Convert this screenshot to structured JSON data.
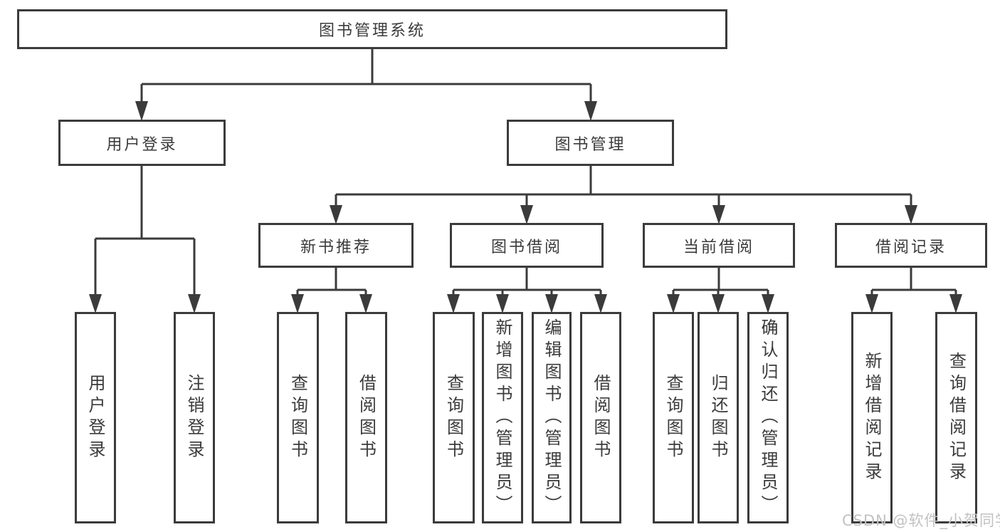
{
  "diagram": {
    "root": {
      "label": "图书管理系统"
    },
    "level2": [
      {
        "label": "用户登录"
      },
      {
        "label": "图书管理"
      }
    ],
    "level3": [
      {
        "label": "新书推荐"
      },
      {
        "label": "图书借阅"
      },
      {
        "label": "当前借阅"
      },
      {
        "label": "借阅记录"
      }
    ],
    "leaves": [
      {
        "label": "用户登录"
      },
      {
        "label": "注销登录"
      },
      {
        "label": "查询图书"
      },
      {
        "label": "借阅图书"
      },
      {
        "label": "查询图书"
      },
      {
        "label": "新增图书（管理员）"
      },
      {
        "label": "编辑图书（管理员）"
      },
      {
        "label": "借阅图书"
      },
      {
        "label": "查询图书"
      },
      {
        "label": "归还图书"
      },
      {
        "label": "确认归还（管理员）"
      },
      {
        "label": "新增借阅记录"
      },
      {
        "label": "查询借阅记录"
      }
    ],
    "colors": {
      "line": "#3b3b3b",
      "box_background": "#ffffff",
      "text": "#3b3b3b"
    }
  },
  "watermark": {
    "text": "CSDN @软件_小贺同学",
    "color": "#c2c2c2"
  }
}
